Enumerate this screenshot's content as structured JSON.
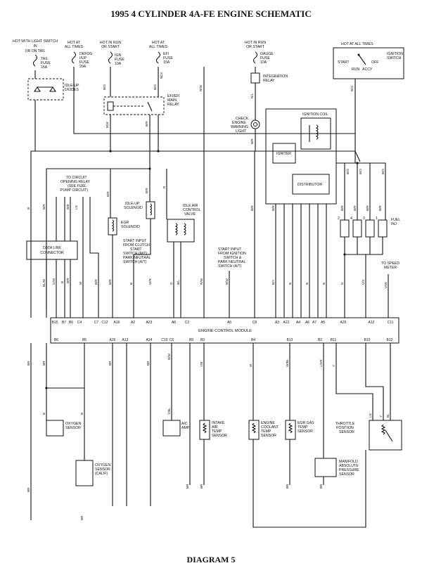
{
  "title": "1995 4 CYLINDER 4A-FE ENGINE SCHEMATIC",
  "footer": "DIAGRAM 5",
  "fuses": [
    {
      "id": "tail",
      "lines": [
        "HOT WITH LIGHT SWITCH",
        "IN",
        "OR ON TAIL",
        "TAIL",
        "FUSE",
        "15A"
      ]
    },
    {
      "id": "defog",
      "lines": [
        "HOT AT",
        "ALL TIMES",
        "DEFOG",
        "I/UP",
        "FUSE",
        "20A"
      ]
    },
    {
      "id": "ign",
      "lines": [
        "HOT IN RUN",
        "OR START",
        "IGN",
        "FUSE",
        "10A"
      ]
    },
    {
      "id": "efi",
      "lines": [
        "HOT AT",
        "ALL TIMES",
        "EFI",
        "FUSE",
        "15A"
      ]
    },
    {
      "id": "gauge",
      "lines": [
        "HOT IN RUN",
        "OR START",
        "GAUGE",
        "FUSE",
        "10A"
      ]
    }
  ],
  "ignition_switch": {
    "header": "HOT AT ALL TIMES",
    "name": [
      "IGNITION",
      "SWITCH"
    ],
    "positions": [
      "START",
      "OFF",
      "RUN",
      "ACCY"
    ]
  },
  "components": {
    "idle_up_diodes": [
      "IDLE-UP",
      "DIODES"
    ],
    "main_relay": [
      "EFI/EFI",
      "MAIN",
      "RELAY"
    ],
    "integration_relay": [
      "INTEGRATION",
      "RELAY"
    ],
    "check_engine": [
      "CHECK",
      "ENGINE",
      "WARNING",
      "LIGHT"
    ],
    "ignition_coil": "IGNITION COIL",
    "igniter": "IGNITER",
    "distributor": "DISTRIBUTOR",
    "circuit_opening": [
      "TO CIRCUIT",
      "OPENING RELAY",
      "(SEE FUEL",
      "PUMP CIRCUIT)"
    ],
    "idle_up_solenoid": [
      "IDLE-UP",
      "SOLENOID"
    ],
    "egr_solenoid": [
      "EGR",
      "SOLENOID"
    ],
    "idle_air_control": [
      "IDLE AIR",
      "CONTROL",
      "VALVE"
    ],
    "data_link": [
      "DATA LINK",
      "CONNECTOR"
    ],
    "clutch_start": [
      "START INPUT",
      "FROM CLUTCH",
      "START",
      "SWITCH (M/T)",
      "PARK NEUTRAL",
      "SWITCH (A/T)"
    ],
    "ign_start": [
      "START INPUT",
      "FROM IGNITION",
      "SWITCH &",
      "PARK NEUTRAL",
      "SWITCH (A/T)"
    ],
    "fuel_inj": [
      "FUEL",
      "INJ"
    ],
    "speedometer": [
      "TO SPEED",
      "METER"
    ],
    "ecm": "ENGINE CONTROL MODULE",
    "oxygen_sensor": [
      "OXYGEN",
      "SENSOR"
    ],
    "oxygen_sensor_calif": [
      "OXYGEN",
      "SENSOR",
      "(CALIF)"
    ],
    "ac_amp": [
      "A/C",
      "AMP"
    ],
    "intake_air_temp": [
      "INTAKE",
      "AIR",
      "TEMP",
      "SENSOR"
    ],
    "coolant_temp": [
      "ENGINE",
      "COOLANT",
      "TEMP",
      "SENSOR"
    ],
    "egr_gas_temp": [
      "EGR GAS",
      "TEMP",
      "SENSOR"
    ],
    "throttle_position": [
      "THROTTLE",
      "POSITION",
      "SENSOR"
    ],
    "manifold_pressure": [
      "MANIFOLD",
      "ABSOLUTE",
      "PRESSURE",
      "SENSOR"
    ]
  },
  "ecm_top_pins": [
    "B15",
    "B7",
    "B6",
    "C4",
    "C7",
    "C12",
    "A16",
    "A2",
    "A23",
    "A8",
    "C2",
    "A5",
    "C8",
    "A3",
    "A22",
    "A4",
    "A6",
    "A7",
    "A5",
    "A25",
    "A12",
    "C11"
  ],
  "ecm_bottom_pins": [
    "B6",
    "B5",
    "A26",
    "A13",
    "A24",
    "C10",
    "C6",
    "B9",
    "B3",
    "B4",
    "B13",
    "B2",
    "B11",
    "B10",
    "B12"
  ],
  "injector_numbers": [
    "2",
    "4",
    "3",
    "1"
  ],
  "wire_labels": {
    "tail_in": "B/O",
    "main_a": "B/O",
    "main_b": "NCA",
    "main_c": "R/W",
    "main_bw": "B/W",
    "main_br": "B/R",
    "relay_r": "R/L",
    "relay_br": "B/R",
    "ign_bo": "B/O",
    "ign_bo2": "B/O",
    "inj_bo": "B/O",
    "inj_bo2": "B/O",
    "dl_a": "B",
    "dl_b": "B/R",
    "dl_c": "B/B",
    "dl_d": "LG",
    "egr_br": "B/R",
    "idle_br": "B/R",
    "idle_r": "R",
    "iac_b": "B/R",
    "iac_g": "G",
    "br_v": "B/R",
    "vs": "V/S",
    "ar": "B/R",
    "start1": "W/R",
    "start2": "B/L",
    "start3": "R/W",
    "start4": "B/Y",
    "ts1": "B/R",
    "bw1": "B/W",
    "ecm_bw": "BL/W",
    "ecm_gw": "G/W",
    "ecm_b": "B",
    "ecm_br": "B/R",
    "w1": "W",
    "w2": "B",
    "w3": "B",
    "w4": "B",
    "w5": "B",
    "inj_br1": "B/R",
    "inj_br2": "B/R",
    "inj_br3": "B/R",
    "inj_br4": "B/R",
    "vw": "V/W",
    "g1": "G",
    "bot_br1": "BR",
    "bot_br2": "BR",
    "bot_br3": "BR",
    "bot_br4": "BR",
    "bot_b1": "B",
    "bot_b2": "B",
    "bot_b3": "B",
    "rw": "R/W",
    "ys": "Y/B",
    "yl": "Y/BL",
    "wl": "W/BL",
    "w": "W",
    "lgr": "LG/R",
    "y": "Y",
    "y2": "Y",
    "l": "L",
    "lg": "LG",
    "bl": "BL",
    "bot_br5": "BR",
    "bot_br6": "BR",
    "bot_br7": "BR",
    "bot_br8": "BR",
    "bot_br9": "BR",
    "bot_br10": "BR"
  }
}
